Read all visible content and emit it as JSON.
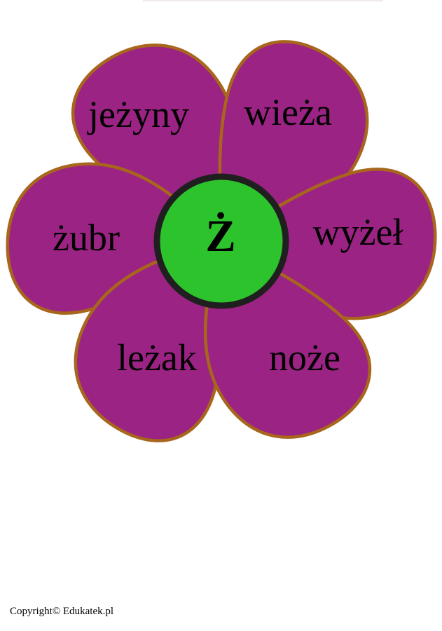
{
  "flower": {
    "center_letter": "Ż",
    "petals": [
      {
        "position": "top-left",
        "word": "jeżyny"
      },
      {
        "position": "top-right",
        "word": "wieża"
      },
      {
        "position": "left",
        "word": "żubr"
      },
      {
        "position": "right",
        "word": "wyżeł"
      },
      {
        "position": "bottom-left",
        "word": "leżak"
      },
      {
        "position": "bottom-right",
        "word": "noże"
      }
    ]
  },
  "footer": {
    "copyright": "Copyright© Edukatek.pl"
  },
  "theme": {
    "page-bg": "#ffffff",
    "petal-fill": "#9b2384",
    "petal-outline": "#a8661c",
    "center-fill": "#2dc32d",
    "center-outline": "#1f1f1f",
    "text-color": "#000000"
  }
}
